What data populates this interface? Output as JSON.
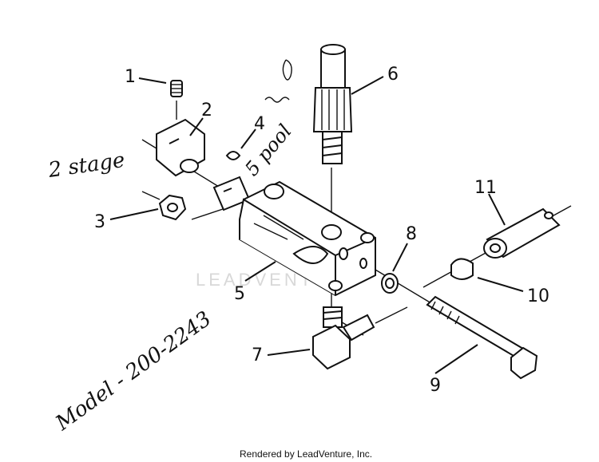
{
  "diagram": {
    "callouts": [
      {
        "id": "1",
        "part": "set-screw"
      },
      {
        "id": "2",
        "part": "spool-clevis"
      },
      {
        "id": "3",
        "part": "hex-nut"
      },
      {
        "id": "4",
        "part": "woodruff-key"
      },
      {
        "id": "5",
        "part": "valve-body"
      },
      {
        "id": "6",
        "part": "relief-valve"
      },
      {
        "id": "7",
        "part": "elbow-fitting"
      },
      {
        "id": "8",
        "part": "washer"
      },
      {
        "id": "9",
        "part": "bolt"
      },
      {
        "id": "10",
        "part": "clip"
      },
      {
        "id": "11",
        "part": "spacer"
      }
    ],
    "handwriting": {
      "note_left": "2 stage",
      "note_spool": "5 pool",
      "note_model": "Model - 200-2243"
    },
    "watermark": "LEADVENTURE",
    "footer": "Rendered by LeadVenture, Inc."
  }
}
